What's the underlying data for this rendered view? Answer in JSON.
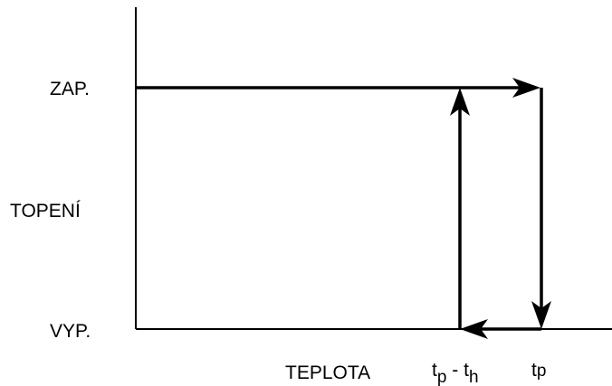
{
  "diagram": {
    "y_labels": {
      "on": "ZAP.",
      "heating": "TOPENÍ",
      "off": "VYP."
    },
    "x_label": "TEPLOTA",
    "threshold_low": {
      "main": "t",
      "sub1": "p",
      "sep": " - ",
      "main2": "t",
      "sub2": "h"
    },
    "threshold_high": {
      "main": "t",
      "sub": "p"
    }
  }
}
